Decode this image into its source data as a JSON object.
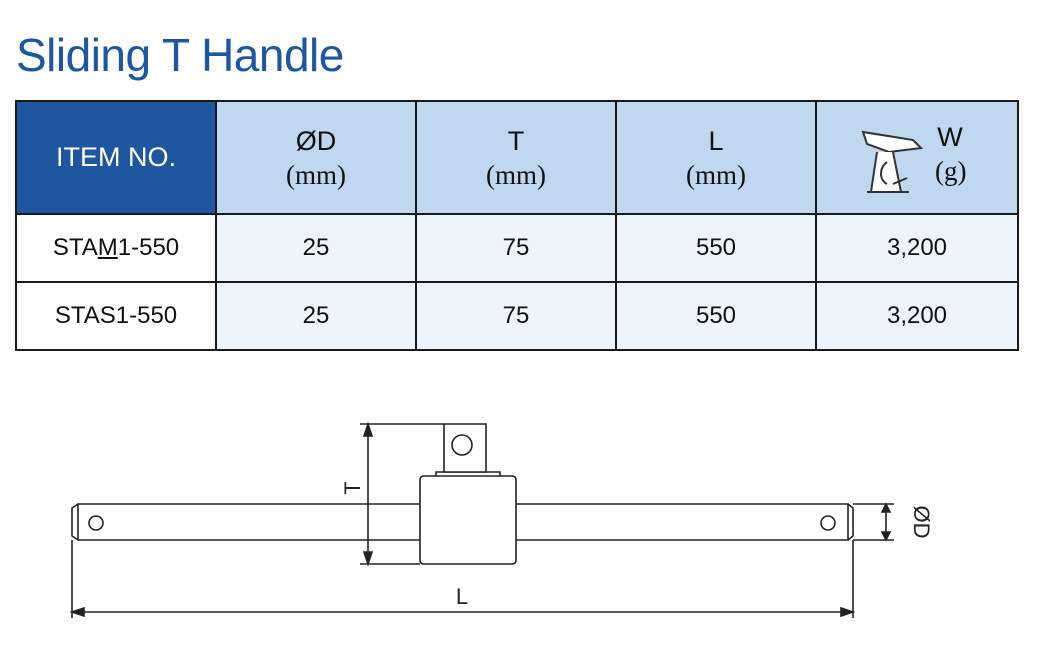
{
  "title": "Sliding T Handle",
  "table": {
    "headers": {
      "item": "ITEM NO.",
      "d_symbol": "ØD",
      "d_unit": "(mm)",
      "t_symbol": "T",
      "t_unit": "(mm)",
      "l_symbol": "L",
      "l_unit": "(mm)",
      "w_symbol": "W",
      "w_unit": "(g)",
      "w_icon": "scale-icon"
    },
    "rows": [
      {
        "item_prefix": "STA",
        "item_mark": "M",
        "item_suffix": "1-550",
        "d": "25",
        "t": "75",
        "l": "550",
        "w": "3,200"
      },
      {
        "item_prefix": "STAS",
        "item_mark": "",
        "item_suffix": "1-550",
        "d": "25",
        "t": "75",
        "l": "550",
        "w": "3,200"
      }
    ]
  },
  "drawing": {
    "label_t": "T",
    "label_l": "L",
    "label_d": "ØD"
  },
  "colors": {
    "title": "#1b57a6",
    "header_dark": "#1e56a0",
    "header_light": "#bfd7ef",
    "row_bg": "#eef4fb"
  }
}
